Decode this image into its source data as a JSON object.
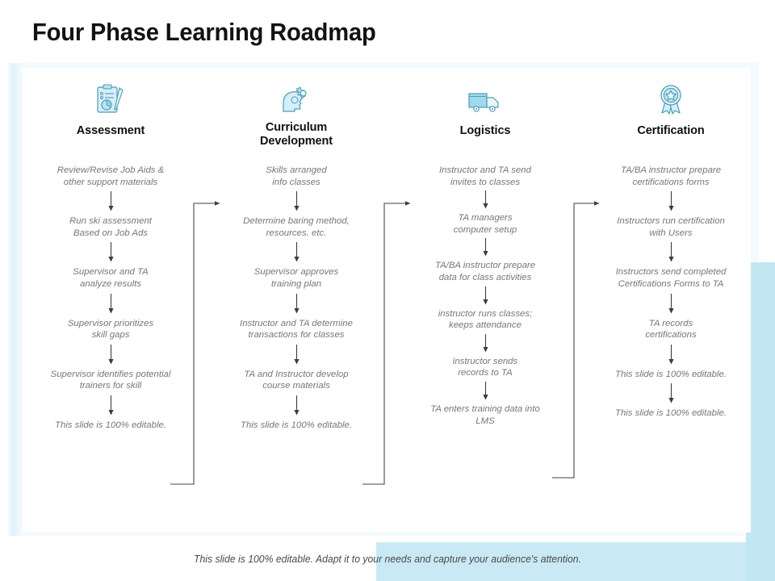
{
  "slide": {
    "title": "Four Phase Learning Roadmap",
    "footer_note": "This slide is 100% editable. Adapt it to your needs and capture your audience's attention."
  },
  "theme": {
    "accent_blue": "#c2e7f2",
    "icon_blue": "#9fd9ea",
    "icon_stroke": "#4a9cb8",
    "step_text": "#777777",
    "title_text": "#121212",
    "card_bg": "#ffffff"
  },
  "columns": [
    {
      "id": "assessment",
      "title": "Assessment",
      "icon": "clipboard-pen-icon",
      "steps": [
        "Review/Revise  Job Aids &\nother support materials",
        "Run ski assessment\nBased on Job Ads",
        "Supervisor and TA\nanalyze results",
        "Supervisor prioritizes\nskill gaps",
        "Supervisor identifies potential\ntrainers for skill",
        "This slide is 100% editable."
      ]
    },
    {
      "id": "curriculum-development",
      "title": "Curriculum\nDevelopment",
      "icon": "head-gears-icon",
      "steps": [
        "Skills arranged\ninfo classes",
        "Determine  baring method,\nresources. etc.",
        "Supervisor  approves\ntraining plan",
        "Instructor and TA determine\ntransactions for classes",
        "TA and Instructor develop\ncourse materials",
        "This slide is 100% editable."
      ]
    },
    {
      "id": "logistics",
      "title": "Logistics",
      "icon": "delivery-truck-icon",
      "steps": [
        "Instructor and TA  send\ninvites to classes",
        "TA managers\ncomputer setup",
        "TA/BA instructor prepare\ndata for class activities",
        "instructor runs classes;\nkeeps attendance",
        "instructor sends\nrecords to TA",
        "TA enters training data into\nLMS"
      ]
    },
    {
      "id": "certification",
      "title": "Certification",
      "icon": "award-ribbon-icon",
      "steps": [
        "TA/BA instructor prepare\ncertifications forms",
        "Instructors run certification\nwith Users",
        "Instructors send completed\nCertifications Forms to TA",
        "TA records\ncertifications",
        "This slide is 100% editable.",
        "This slide is 100% editable."
      ]
    }
  ]
}
